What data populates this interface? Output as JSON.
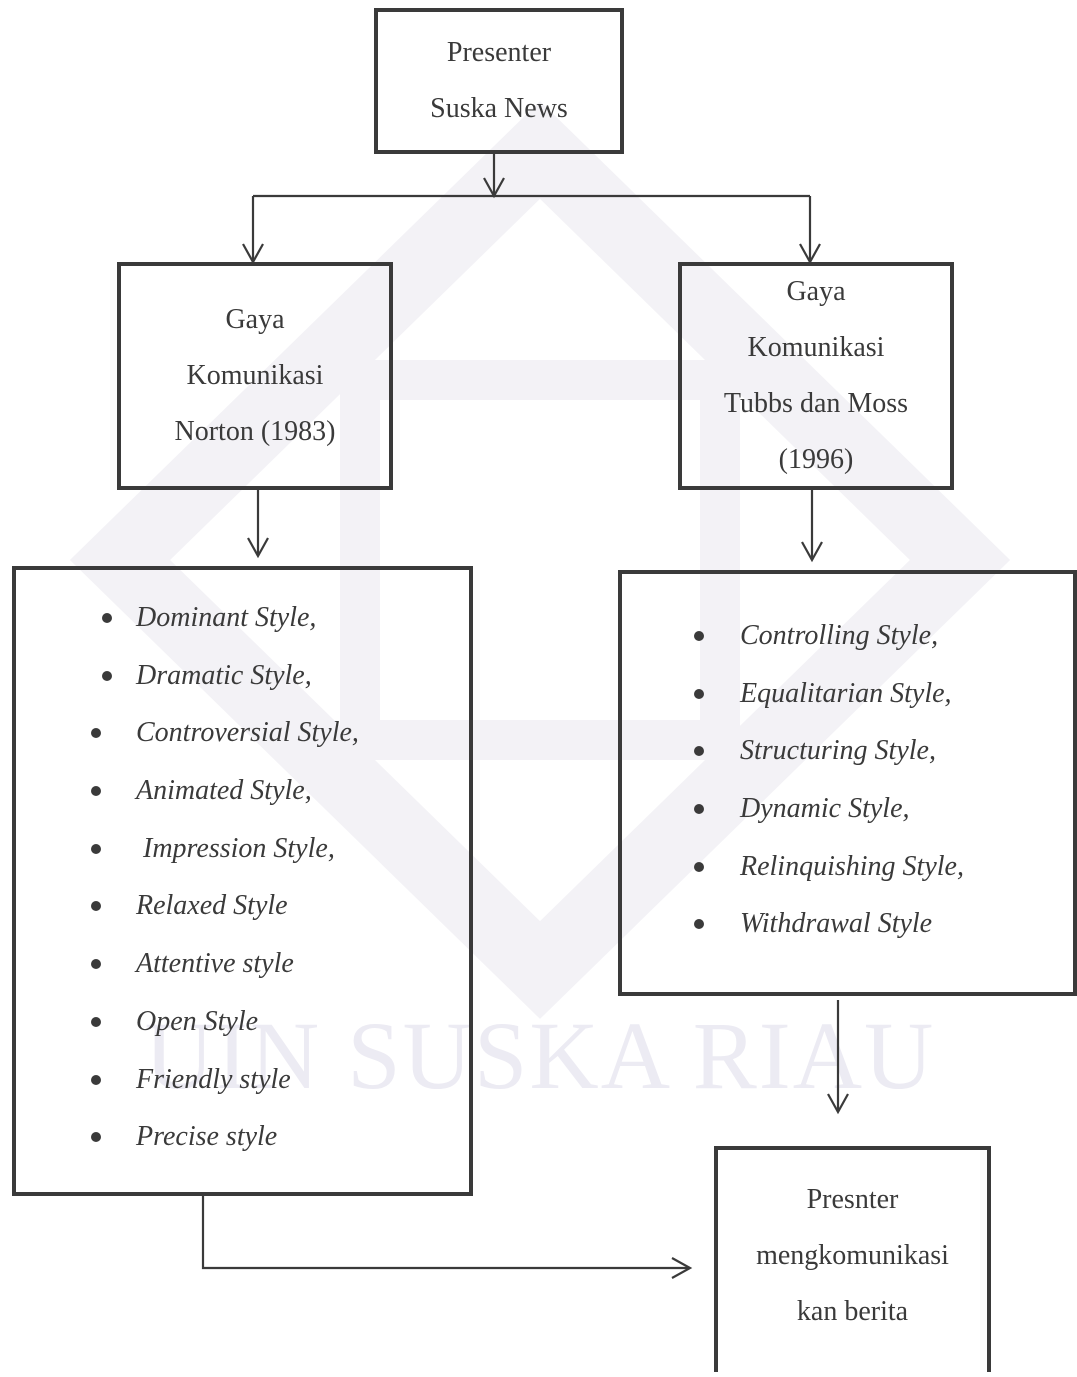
{
  "watermark": {
    "text": "UIN SUSKA RIAU"
  },
  "diagram": {
    "root": {
      "lines": [
        "Presenter",
        "Suska News"
      ]
    },
    "left": {
      "lines": [
        "Gaya",
        "Komunikasi",
        "Norton (1983)"
      ]
    },
    "right": {
      "lines": [
        "Gaya",
        "Komunikasi",
        "Tubbs dan Moss",
        "(1996)"
      ]
    },
    "left_styles": [
      "Dominant Style,",
      "Dramatic Style,",
      "Controversial Style,",
      "Animated Style,",
      " Impression Style,",
      "Relaxed Style",
      "Attentive style",
      "Open Style",
      "Friendly style",
      "Precise style"
    ],
    "right_styles": [
      "Controlling Style,",
      "Equalitarian Style,",
      "Structuring Style,",
      "Dynamic Style,",
      "Relinquishing Style,",
      "Withdrawal Style"
    ],
    "result": {
      "lines": [
        "Presnter",
        "mengkomunikasi",
        "kan berita"
      ]
    }
  }
}
